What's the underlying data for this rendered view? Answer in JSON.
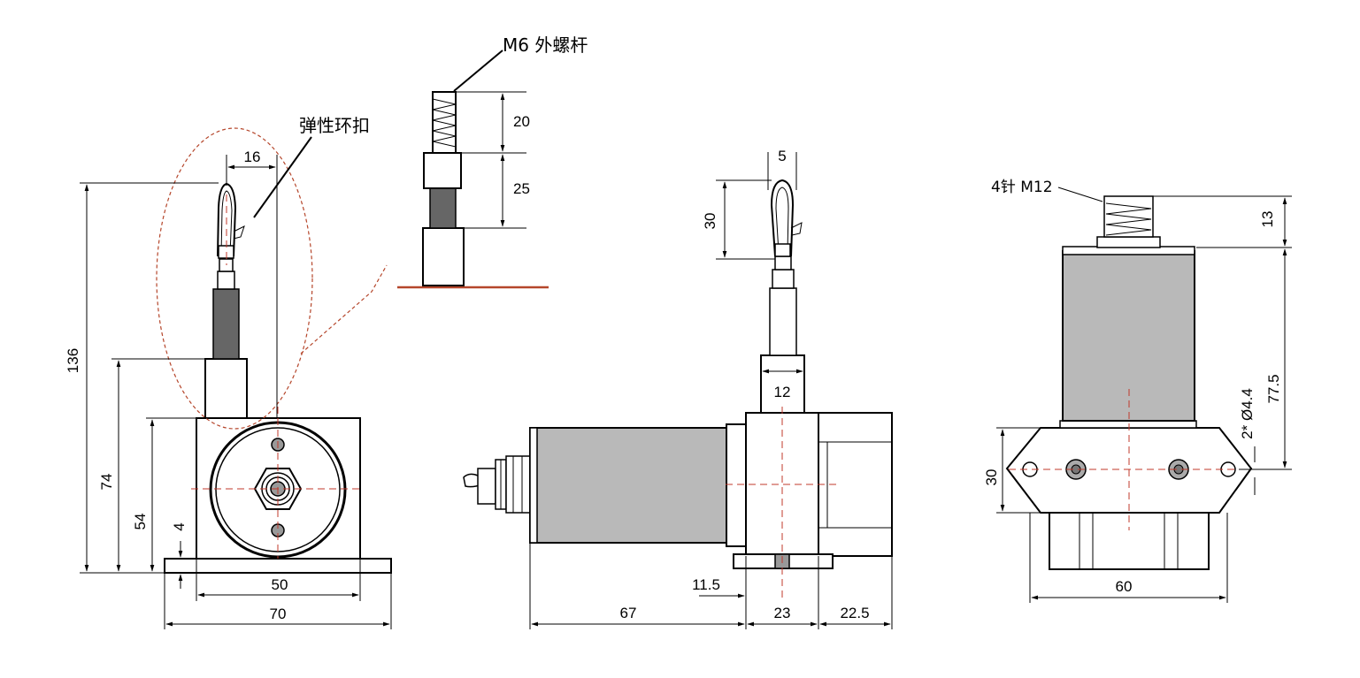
{
  "labels": {
    "m6_rod": "M6 外螺杆",
    "clip": "弹性环扣",
    "connector": "4针 M12"
  },
  "dimensions": {
    "front_136": "136",
    "front_74": "74",
    "front_54": "54",
    "front_4": "4",
    "front_16": "16",
    "front_50": "50",
    "front_70": "70",
    "detail_20": "20",
    "detail_25": "25",
    "side_5": "5",
    "side_30": "30",
    "side_12": "12",
    "side_11_5": "11.5",
    "side_67": "67",
    "side_23": "23",
    "side_22_5": "22.5",
    "rear_13": "13",
    "rear_77_5": "77.5",
    "rear_hole": "2* Ø4.4",
    "rear_30": "30",
    "rear_60": "60"
  },
  "colors": {
    "body_gray": "#b9b9b9",
    "dark_gray": "#666666",
    "centerline": "#c0392b"
  }
}
